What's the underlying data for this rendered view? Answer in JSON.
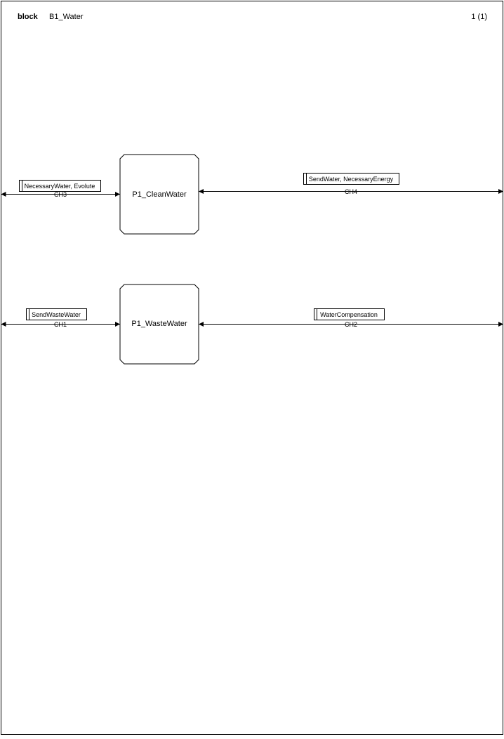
{
  "header": {
    "keyword": "block",
    "block_name": "B1_Water",
    "page_indicator": "1 (1)"
  },
  "processes": [
    {
      "id": "clean",
      "label": "P1_CleanWater"
    },
    {
      "id": "waste",
      "label": "P1_WasteWater"
    }
  ],
  "channels": [
    {
      "id": "ch3",
      "name": "CH3",
      "signals": "NecessaryWater, Evolute",
      "process": "clean",
      "side": "left"
    },
    {
      "id": "ch4",
      "name": "CH4",
      "signals": "SendWater, NecessaryEnergy",
      "process": "clean",
      "side": "right"
    },
    {
      "id": "ch1",
      "name": "CH1",
      "signals": "SendWasteWater",
      "process": "waste",
      "side": "left"
    },
    {
      "id": "ch2",
      "name": "CH2",
      "signals": "WaterCompensation",
      "process": "waste",
      "side": "right"
    }
  ]
}
